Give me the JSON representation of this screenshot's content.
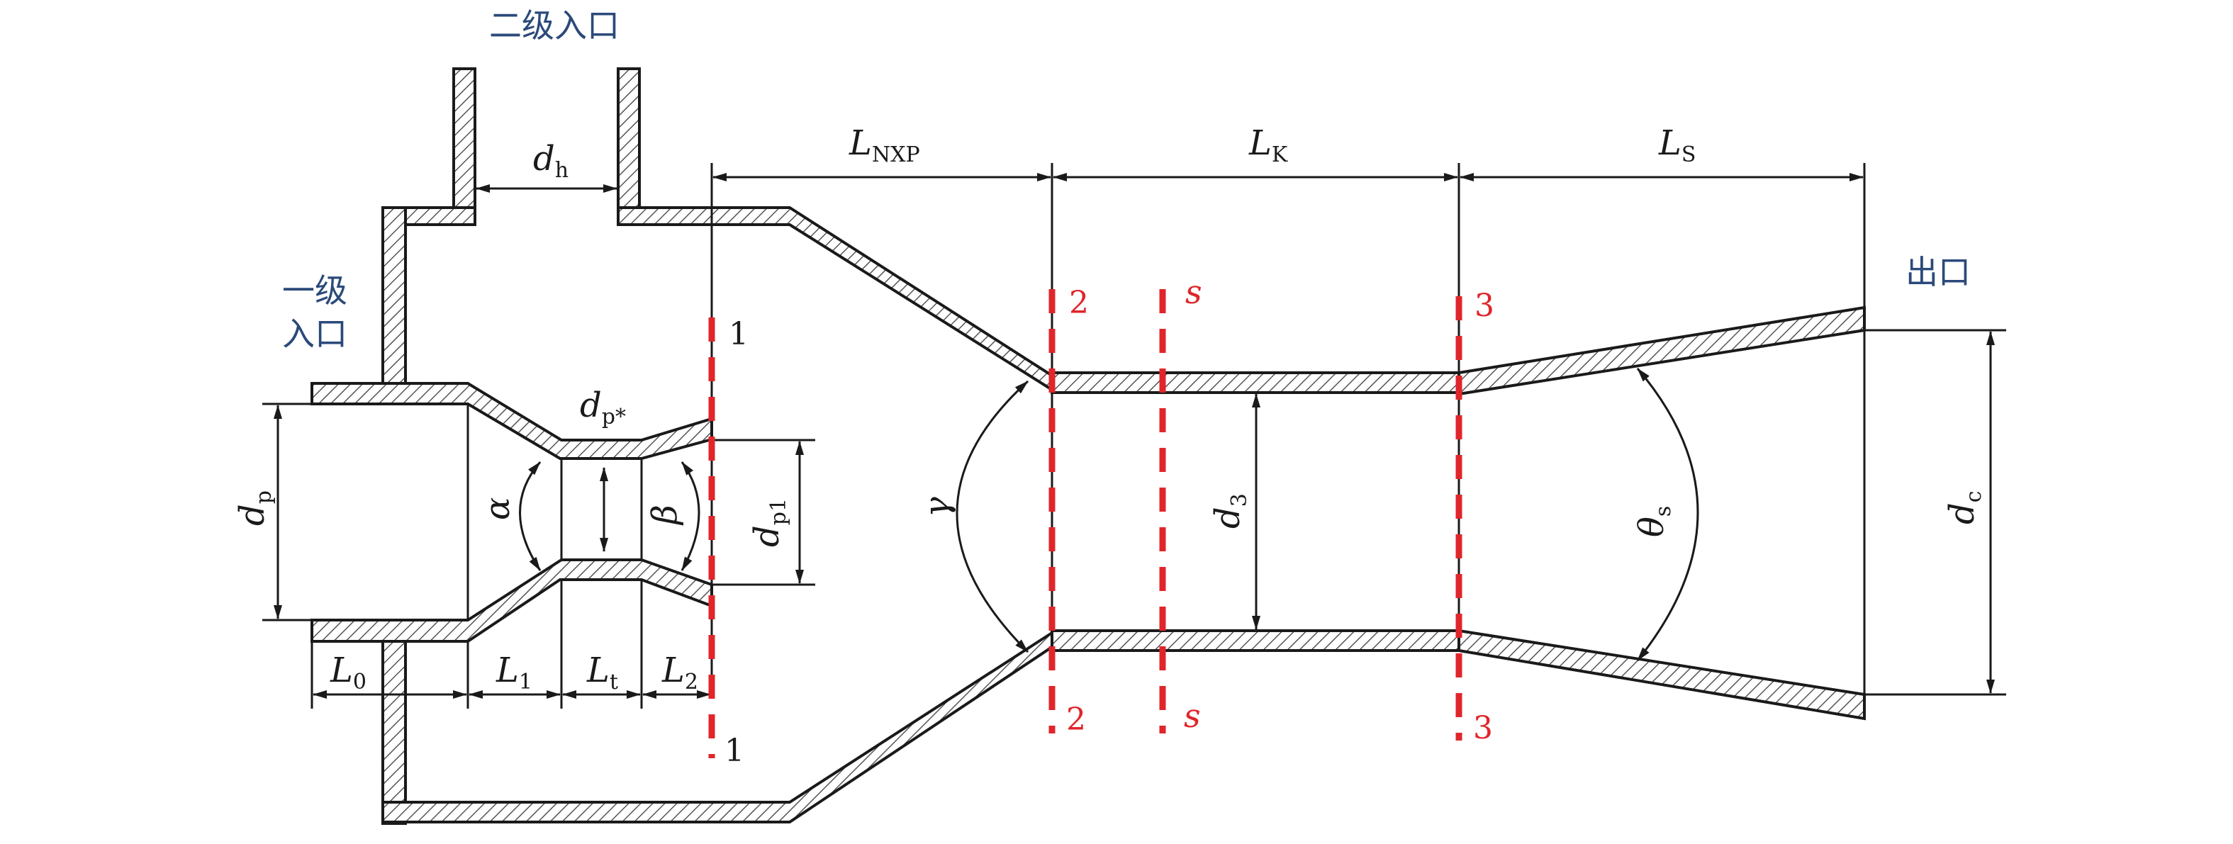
{
  "labels": {
    "secondary_inlet": "二级入口",
    "primary_inlet_line1": "一级",
    "primary_inlet_line2": "入口",
    "outlet": "出口"
  },
  "dimensions": {
    "dh": {
      "main": "d",
      "sub": "h"
    },
    "lnxp": {
      "main": "L",
      "sub": "NXP"
    },
    "lk": {
      "main": "L",
      "sub": "K"
    },
    "ls": {
      "main": "L",
      "sub": "S"
    },
    "dp_star": {
      "main": "d",
      "sub": "p*"
    },
    "dp": {
      "main": "d",
      "sub": "p"
    },
    "dp1": {
      "main": "d",
      "sub": "p1"
    },
    "d3": {
      "main": "d",
      "sub": "3"
    },
    "dc": {
      "main": "d",
      "sub": "c"
    },
    "theta_s": {
      "main": "θ",
      "sub": "s"
    },
    "alpha": "α",
    "beta": "β",
    "gamma": "γ",
    "l0": {
      "main": "L",
      "sub": "0"
    },
    "l1": {
      "main": "L",
      "sub": "1"
    },
    "lt": {
      "main": "L",
      "sub": "t"
    },
    "l2": {
      "main": "L",
      "sub": "2"
    }
  },
  "sections": {
    "s1_top": "1",
    "s1_bottom": "1",
    "s2_top": "2",
    "s2_bottom": "2",
    "ss_top": "s",
    "ss_bottom": "s",
    "s3_top": "3",
    "s3_bottom": "3"
  },
  "colors": {
    "section_line": "#e0262b",
    "chinese_label": "#2b4a7a",
    "outline": "#1a1a1a"
  }
}
